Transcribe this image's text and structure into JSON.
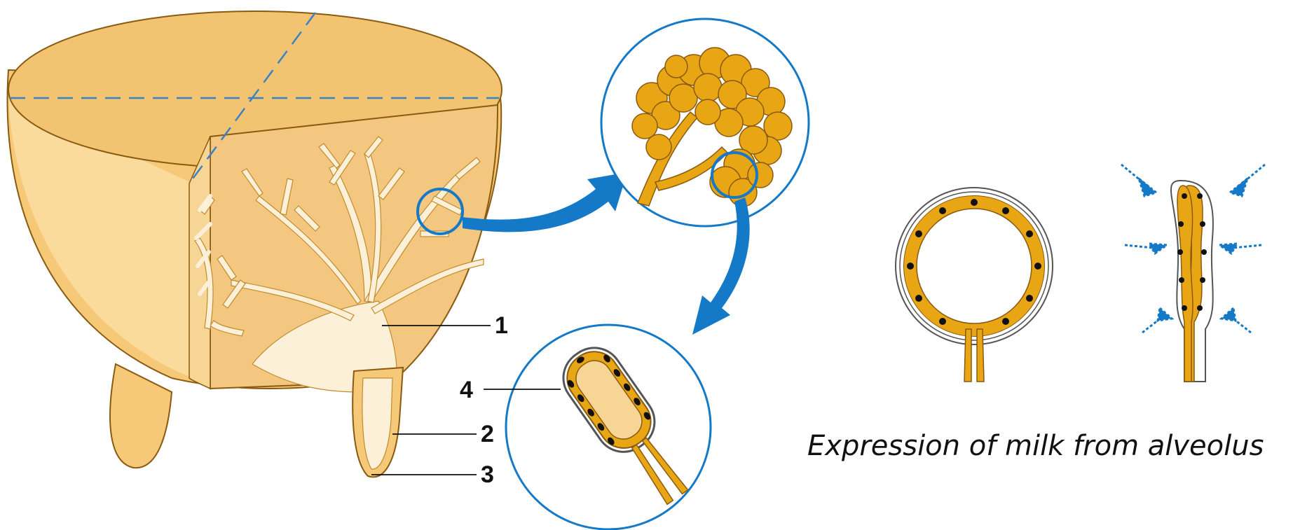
{
  "labels": {
    "one": "1",
    "two": "2",
    "three": "3",
    "four": "4"
  },
  "caption": "Expression of milk from alveolus",
  "colors": {
    "udder_skin": "#f5c978",
    "udder_light": "#fbe0a4",
    "udder_dark": "#e9b25a",
    "tissue": "#f3c780",
    "duct": "#fdf0d8",
    "alveoli": "#e8a514",
    "outline": "#8a5a10",
    "accent_blue": "#1479c6",
    "dashed_blue": "#3b82c4"
  }
}
